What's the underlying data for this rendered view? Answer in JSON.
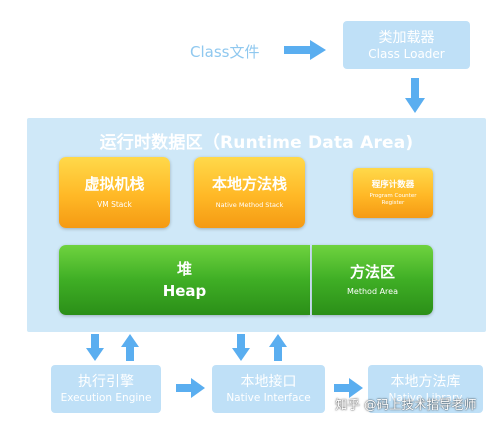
{
  "class_file": {
    "label": "Class文件"
  },
  "class_loader": {
    "zh": "类加载器",
    "en": "Class Loader"
  },
  "runtime_area": {
    "title": "运行时数据区（Runtime Data Area)",
    "vm_stack": {
      "zh": "虚拟机栈",
      "en": "VM Stack"
    },
    "native_stack": {
      "zh": "本地方法栈",
      "en": "Native Method Stack"
    },
    "pc_register": {
      "zh": "程序计数器",
      "en_line1": "Program Counter",
      "en_line2": "Register"
    },
    "heap": {
      "zh": "堆",
      "en": "Heap"
    },
    "method_area": {
      "zh": "方法区",
      "en": "Method Area"
    }
  },
  "execution_engine": {
    "zh": "执行引擎",
    "en": "Execution Engine"
  },
  "native_interface": {
    "zh": "本地接口",
    "en": "Native Interface"
  },
  "native_library": {
    "zh": "本地方法库",
    "en": "Native Library"
  },
  "watermark": "知乎 @码上技术指导老师",
  "colors": {
    "light_box": "#bfe0f7",
    "runtime_bg": "#cfe8f8",
    "class_text": "#8fc8ef",
    "arrow": "#5aaef0",
    "orange": "#ffb826",
    "green": "#3fae25"
  }
}
